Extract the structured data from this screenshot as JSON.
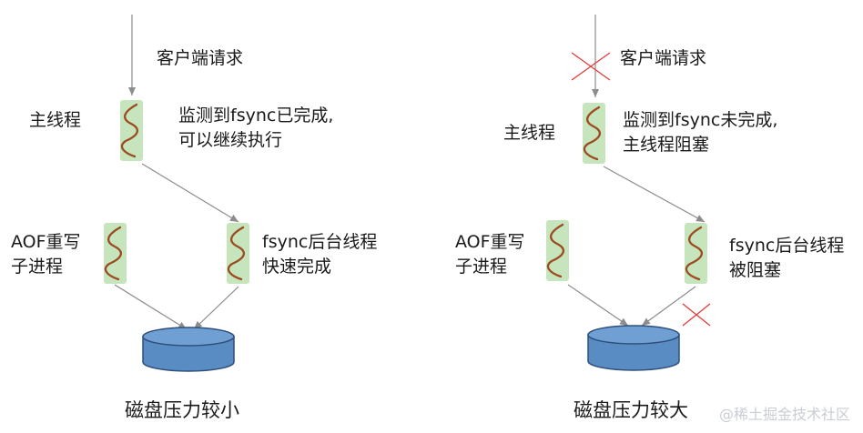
{
  "left": {
    "client_request": "客户端请求",
    "main_thread": "主线程",
    "main_status": [
      "监测到fsync已完成,",
      "可以继续执行"
    ],
    "aof_rewrite": [
      "AOF重写",
      "子进程"
    ],
    "fsync_thread": [
      "fsync后台线程",
      "快速完成"
    ],
    "caption": "磁盘压力较小"
  },
  "right": {
    "client_request": "客户端请求",
    "main_thread": "主线程",
    "main_status": [
      "监测到fsync未完成,",
      "主线程阻塞"
    ],
    "aof_rewrite": [
      "AOF重写",
      "子进程"
    ],
    "fsync_thread": [
      "fsync后台线程",
      "被阻塞"
    ],
    "caption": "磁盘压力较大"
  },
  "watermark": "@稀土掘金技术社区",
  "colors": {
    "thread_box": "#c6e5bd",
    "thread_wave": "#9b4a22",
    "disk_fill": "#5a8cc4",
    "disk_top": "#6f9fd3",
    "disk_stroke": "#2d4f7c",
    "arrow": "#8c8c8c",
    "cross": "#e53935"
  },
  "icons": [
    "thread-wave-icon",
    "disk-icon",
    "cross-icon"
  ]
}
